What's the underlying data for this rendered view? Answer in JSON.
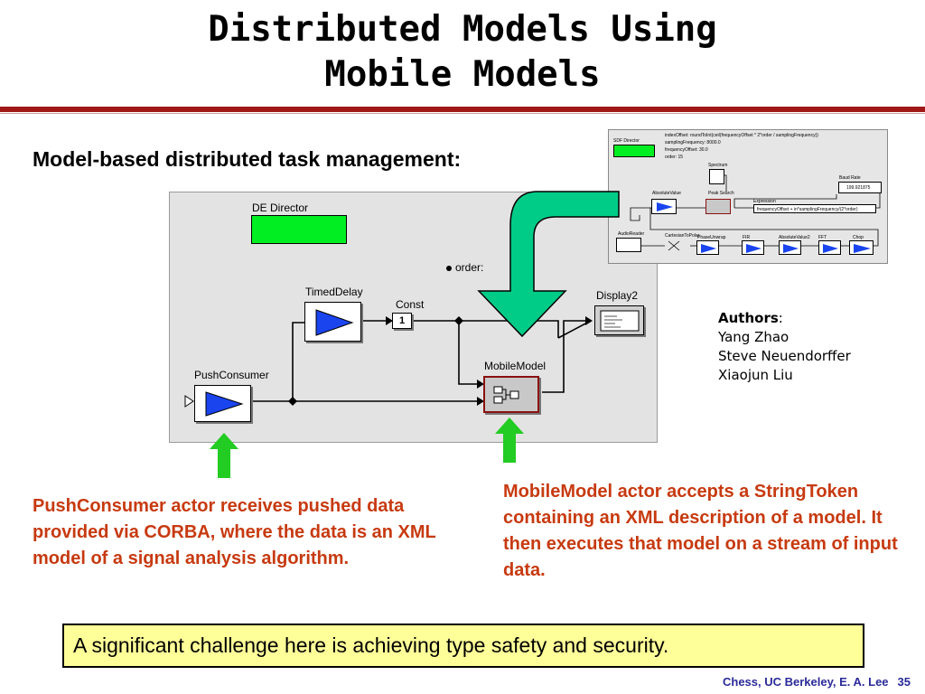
{
  "slide": {
    "title_line1": "Distributed Models Using",
    "title_line2": "Mobile Models",
    "subtitle": "Model-based distributed task management:"
  },
  "main_diagram": {
    "director": "DE Director",
    "param": "order:",
    "actors": {
      "timed_delay": "TimedDelay",
      "const": "Const",
      "const_value": "1",
      "display": "Display2",
      "mobile_model": "MobileModel",
      "push_consumer": "PushConsumer"
    }
  },
  "side_diagram": {
    "director": "SDF Director",
    "params": [
      "indexOffset: roundToInt(ceil(frequencyOffset * 2*order / samplingFrequency))",
      "samplingFrequency: 8000.0",
      "frequencyOffset: 30.0",
      "order: 15"
    ],
    "actors": {
      "spectrum": "Spectrum",
      "absolute_value": "AbsoluteValue",
      "peak_search": "Peak Search",
      "baud_rate": "Baud Rate",
      "baud_value": "199.921875",
      "expression": "Expression",
      "expression_value": "frequencyOffset + in*samplingFrequency/(2*order)",
      "audio_reader": "AudioReader",
      "cartesian_to_polar": "CartesianToPolar",
      "phase_unwrap": "PhaseUnwrap",
      "fir": "FIR",
      "absolute_value2": "AbsoluteValue2",
      "fft": "FFT",
      "chop": "Chop"
    }
  },
  "authors": {
    "heading": "Authors",
    "colon": ":",
    "names": [
      "Yang Zhao",
      "Steve Neuendorffer",
      "Xiaojun Liu"
    ]
  },
  "captions": {
    "left": "PushConsumer actor receives pushed data provided via CORBA, where the data is an XML model of a signal analysis algorithm.",
    "right": "MobileModel actor accepts a StringToken containing an XML description of a model. It then executes that model on a stream of input data."
  },
  "highlight": "A significant challenge here is achieving type safety and security.",
  "footer": {
    "credit": "Chess, UC Berkeley, E. A. Lee",
    "page": "35"
  },
  "colors": {
    "title_rule": "#a01818",
    "caption_text": "#c73a10",
    "director_green": "#00ee22",
    "arrow_teal": "#00cc88",
    "arrow_green": "#22cc22",
    "actor_triangle": "#1a44ee",
    "highlight_bg": "#ffff99",
    "footer_text": "#2a2a9a"
  }
}
